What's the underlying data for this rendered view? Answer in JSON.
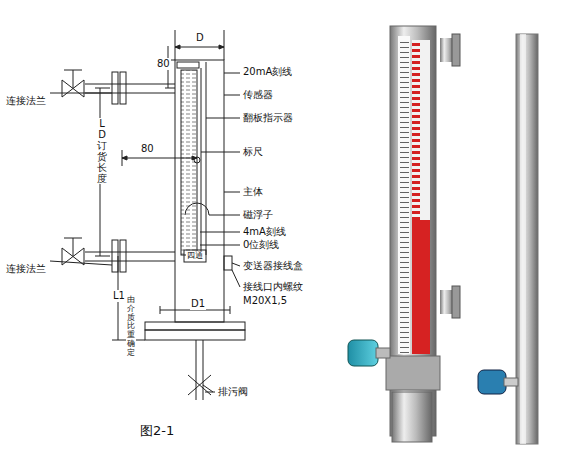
{
  "diagram": {
    "caption": "图2-1",
    "labels": [
      "D",
      "80",
      "20mA刻线",
      "传感器",
      "翻板指示器",
      "标尺",
      "主体",
      "磁浮子",
      "4mA刻线",
      "0位刻线",
      "变送器接线盒",
      "接线口内螺纹",
      "M20X1,5",
      "连接法兰",
      "连接法兰",
      "LD订货长度",
      "80",
      "L1",
      "由介质比重确定",
      "D1",
      "四通",
      "排污阀"
    ]
  }
}
